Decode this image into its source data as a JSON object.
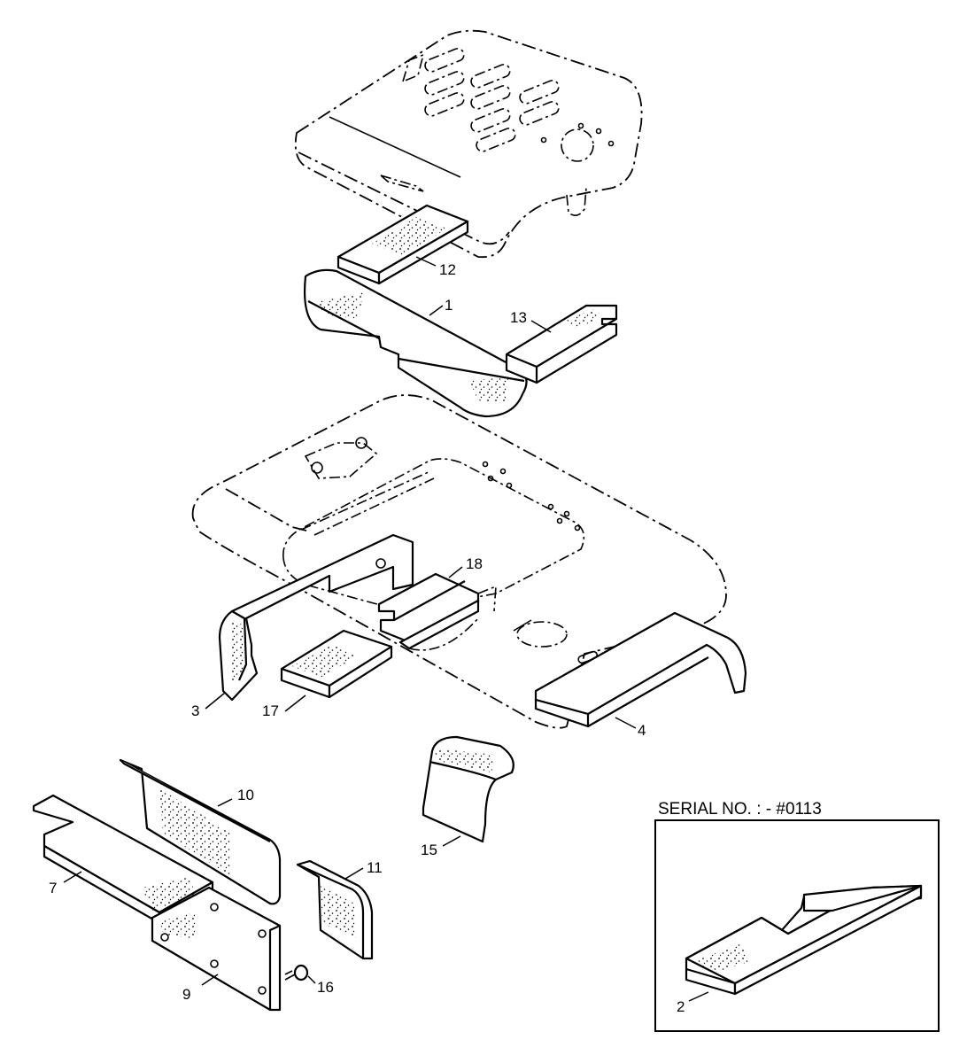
{
  "callouts": {
    "c1": "1",
    "c2": "2",
    "c3": "3",
    "c4": "4",
    "c7": "7",
    "c9": "9",
    "c10": "10",
    "c11": "11",
    "c12": "12",
    "c13": "13",
    "c15": "15",
    "c16": "16",
    "c17": "17",
    "c18": "18"
  },
  "inset": {
    "label": "SERIAL NO. :  - #0113"
  }
}
